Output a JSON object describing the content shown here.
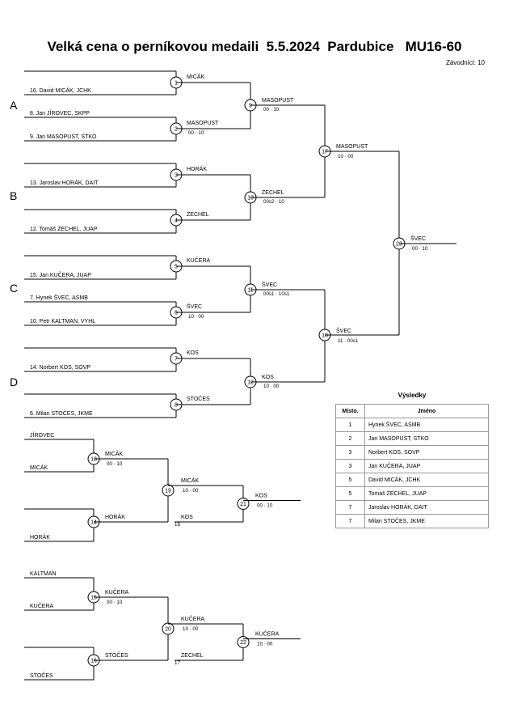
{
  "header": {
    "title": "Velká cena o perníkovou medaili  5.5.2024  Pardubice   MU16-60",
    "competitors": "Závodníci: 10"
  },
  "groups": [
    "A",
    "B",
    "C",
    "D"
  ],
  "entrants": [
    "16. David MICÁK, JCHK",
    "8. Jan JÍROVEC, SKPP",
    "9. Jan MASOPUST, STKO",
    "13. Jaroslav HORÁK, DAIT",
    "12. Tomáš ZECHEL, JUAP",
    "15. Jan KUČERA, JUAP",
    "7. Hynek ŠVEC, ASMB",
    "10. Petr KALTMAN, VYHL",
    "14. Norbert KOS, SOVP",
    "6. Milan STOČES, JKME"
  ],
  "matches": [
    {
      "n": "1",
      "winner": "MICÁK",
      "score": ""
    },
    {
      "n": "2",
      "winner": "MASOPUST",
      "score": "00 · 10"
    },
    {
      "n": "3",
      "winner": "HORÁK",
      "score": ""
    },
    {
      "n": "4",
      "winner": "ZECHEL",
      "score": ""
    },
    {
      "n": "5",
      "winner": "KUČERA",
      "score": ""
    },
    {
      "n": "6",
      "winner": "ŠVEC",
      "score": "10 · 00"
    },
    {
      "n": "7",
      "winner": "KOS",
      "score": ""
    },
    {
      "n": "8",
      "winner": "STOČES",
      "score": ""
    },
    {
      "n": "9",
      "winner": "MASOPUST",
      "score": "00 · 10"
    },
    {
      "n": "10",
      "winner": "ZECHEL",
      "score": "00s2 · 10"
    },
    {
      "n": "11",
      "winner": "ŠVEC",
      "score": "00s1 · 10s1"
    },
    {
      "n": "12",
      "winner": "KOS",
      "score": "10 · 00"
    },
    {
      "n": "17",
      "winner": "MASOPUST",
      "score": "10 · 00"
    },
    {
      "n": "18",
      "winner": "ŠVEC",
      "score": "11 · 00s1"
    },
    {
      "n": "23",
      "winner": "ŠVEC",
      "score": "00 · 10"
    }
  ],
  "repechage": [
    {
      "entrants": [
        "JÍROVEC",
        "MICÁK",
        "HORÁK"
      ],
      "matches": [
        {
          "n": "13",
          "winner": "MICÁK",
          "score": "00 · 10"
        },
        {
          "n": "14",
          "winner": "HORÁK",
          "score": ""
        },
        {
          "n": "19",
          "winner": "MICÁK",
          "score": "10 · 00",
          "lower": "KOS",
          "lower_score": "16"
        },
        {
          "n": "21",
          "winner": "KOS",
          "score": "00 · 10"
        }
      ]
    },
    {
      "entrants": [
        "KALTMAN",
        "KUČERA",
        "STOČES"
      ],
      "matches": [
        {
          "n": "15",
          "winner": "KUČERA",
          "score": "00 · 10"
        },
        {
          "n": "16",
          "winner": "STOČES",
          "score": ""
        },
        {
          "n": "20",
          "winner": "KUČERA",
          "score": "10 · 00",
          "lower": "ZECHEL",
          "lower_score": "17"
        },
        {
          "n": "22",
          "winner": "KUČERA",
          "score": "10 · 00"
        }
      ]
    }
  ],
  "results": {
    "title": "Výsledky",
    "col_place": "Místo.",
    "col_name": "Jméno",
    "rows": [
      {
        "place": "1",
        "name": "Hynek ŠVEC, ASMB"
      },
      {
        "place": "2",
        "name": "Jan MASOPUST, STKO"
      },
      {
        "place": "3",
        "name": "Norbert KOS, SOVP"
      },
      {
        "place": "3",
        "name": "Jan KUČERA, JUAP"
      },
      {
        "place": "5",
        "name": "David MICÁK, JCHK"
      },
      {
        "place": "5",
        "name": "Tomáš ZECHEL, JUAP"
      },
      {
        "place": "7",
        "name": "Jaroslav HORÁK, DAIT"
      },
      {
        "place": "7",
        "name": "Milan STOČES, JKME"
      }
    ]
  }
}
